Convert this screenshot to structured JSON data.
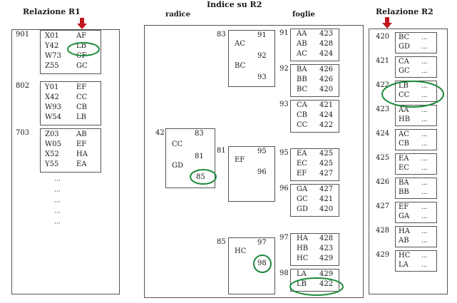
{
  "titles": {
    "r1": "Relazione R1",
    "index": "Indice su R2",
    "radice": "radice",
    "foglie": "foglie",
    "r2": "Relazione R2"
  },
  "ellipsis": "...",
  "vdots": "···",
  "colors": {
    "arrow": "#c0161e",
    "circle": "#1a8a3a"
  },
  "r1": {
    "blocks": [
      {
        "addr": "901",
        "rows": [
          [
            "X01",
            "AF"
          ],
          [
            "Y42",
            "LB"
          ],
          [
            "W73",
            "CF"
          ],
          [
            "Z55",
            "GC"
          ]
        ]
      },
      {
        "addr": "802",
        "rows": [
          [
            "Y01",
            "EF"
          ],
          [
            "X42",
            "CC"
          ],
          [
            "W93",
            "CB"
          ],
          [
            "W54",
            "LB"
          ]
        ]
      },
      {
        "addr": "703",
        "rows": [
          [
            "Z03",
            "AB"
          ],
          [
            "W05",
            "EF"
          ],
          [
            "X52",
            "HA"
          ],
          [
            "Y55",
            "EA"
          ]
        ]
      }
    ]
  },
  "root": {
    "addr": "42",
    "ptr_top": "83",
    "key1": "CC",
    "ptr_mid": "81",
    "key2": "GD",
    "ptr_bot": "85"
  },
  "internal": [
    {
      "addr": "83",
      "ptr_top": "91",
      "key1": "AC",
      "ptr_mid": "92",
      "key2": "BC",
      "ptr_bot": "93"
    },
    {
      "addr": "81",
      "ptr_top": "95",
      "key1": "EF",
      "ptr_mid": "96"
    },
    {
      "addr": "85",
      "ptr_top": "97",
      "key1": "HC",
      "ptr_mid": "98"
    }
  ],
  "leaves": [
    {
      "addr": "91",
      "rows": [
        [
          "AA",
          "423"
        ],
        [
          "AB",
          "428"
        ],
        [
          "AC",
          "424"
        ]
      ]
    },
    {
      "addr": "92",
      "rows": [
        [
          "BA",
          "426"
        ],
        [
          "BB",
          "426"
        ],
        [
          "BC",
          "420"
        ]
      ]
    },
    {
      "addr": "93",
      "rows": [
        [
          "CA",
          "421"
        ],
        [
          "CB",
          "424"
        ],
        [
          "CC",
          "422"
        ]
      ]
    },
    {
      "addr": "95",
      "rows": [
        [
          "EA",
          "425"
        ],
        [
          "EC",
          "425"
        ],
        [
          "EF",
          "427"
        ]
      ]
    },
    {
      "addr": "96",
      "rows": [
        [
          "GA",
          "427"
        ],
        [
          "GC",
          "421"
        ],
        [
          "GD",
          "420"
        ]
      ]
    },
    {
      "addr": "97",
      "rows": [
        [
          "HA",
          "428"
        ],
        [
          "HB",
          "423"
        ],
        [
          "HC",
          "429"
        ]
      ]
    },
    {
      "addr": "98",
      "rows": [
        [
          "LA",
          "429"
        ],
        [
          "LB",
          "422"
        ]
      ]
    }
  ],
  "r2": {
    "blocks": [
      {
        "addr": "420",
        "keys": [
          "BC",
          "GD"
        ]
      },
      {
        "addr": "421",
        "keys": [
          "CA",
          "GC"
        ]
      },
      {
        "addr": "422",
        "keys": [
          "LB",
          "CC"
        ]
      },
      {
        "addr": "423",
        "keys": [
          "AA",
          "HB"
        ]
      },
      {
        "addr": "424",
        "keys": [
          "AC",
          "CB"
        ]
      },
      {
        "addr": "425",
        "keys": [
          "EA",
          "EC"
        ]
      },
      {
        "addr": "426",
        "keys": [
          "BA",
          "BB"
        ]
      },
      {
        "addr": "427",
        "keys": [
          "EF",
          "GA"
        ]
      },
      {
        "addr": "428",
        "keys": [
          "HA",
          "AB"
        ]
      },
      {
        "addr": "429",
        "keys": [
          "HC",
          "LA"
        ]
      }
    ]
  }
}
